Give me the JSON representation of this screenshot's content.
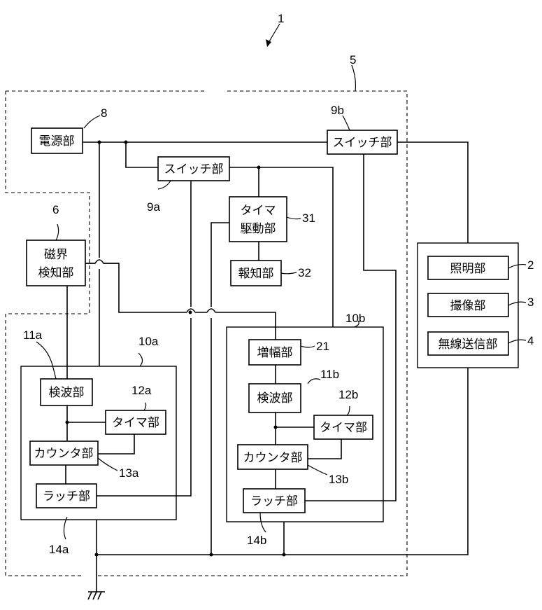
{
  "refs": {
    "device": "1",
    "lighting": "2",
    "imaging": "3",
    "wireless_tx": "4",
    "unit5": "5",
    "magnetic_detector": "6",
    "power": "8",
    "switch_a": "9a",
    "switch_b": "9b",
    "ctrl_a": "10a",
    "ctrl_b": "10b",
    "detector_a": "11a",
    "detector_b": "11b",
    "timer_a": "12a",
    "timer_b": "12b",
    "counter_a": "13a",
    "counter_b": "13b",
    "latch_a": "14a",
    "latch_b": "14b",
    "amplifier": "21",
    "timer_driver": "31",
    "notifier": "32"
  },
  "blocks": {
    "power": "電源部",
    "switch_a": "スイッチ部",
    "switch_b": "スイッチ部",
    "magnetic_line1": "磁界",
    "magnetic_line2": "検知部",
    "timer_driver_line1": "タイマ",
    "timer_driver_line2": "駆動部",
    "notifier": "報知部",
    "detector_a": "検波部",
    "timer_a": "タイマ部",
    "counter_a": "カウンタ部",
    "latch_a": "ラッチ部",
    "amplifier": "増幅部",
    "detector_b": "検波部",
    "timer_b": "タイマ部",
    "counter_b": "カウンタ部",
    "latch_b": "ラッチ部",
    "lighting": "照明部",
    "imaging": "撮像部",
    "wireless_tx": "無線送信部"
  }
}
